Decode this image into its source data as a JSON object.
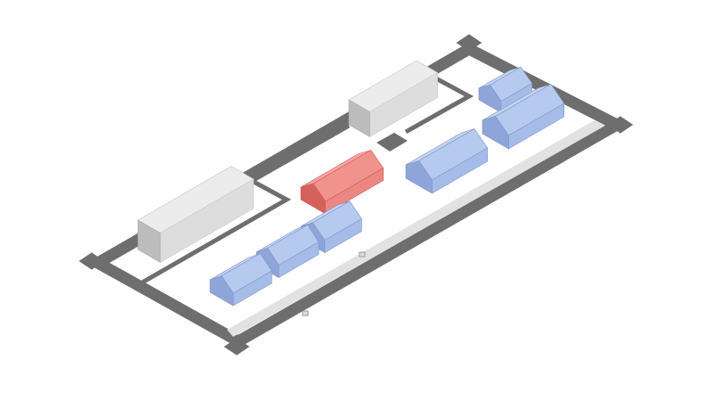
{
  "diagram": {
    "colors": {
      "wall": "#6e6e6e",
      "strip": "#e2e2e2",
      "gray_top": "#ececec",
      "gray_front": "#dddddd",
      "gray_end": "#bcbcbc",
      "blue_roof": "#b6c9ee",
      "blue_roof_back": "#c3d3f2",
      "blue_front": "#a6bce8",
      "blue_end": "#8ea5d9",
      "red_roof": "#f2928c",
      "red_roof_back": "#f5a5a0",
      "red_front": "#ec8680",
      "red_end": "#d5615b",
      "edge": "#7f95c8"
    },
    "buildings": [
      {
        "id": "gray-warehouse-left",
        "kind": "box",
        "color": "gray"
      },
      {
        "id": "gray-warehouse-top",
        "kind": "box",
        "color": "gray"
      },
      {
        "id": "blue-house-1",
        "kind": "gable",
        "color": "blue"
      },
      {
        "id": "blue-house-2",
        "kind": "gable",
        "color": "blue"
      },
      {
        "id": "blue-house-3",
        "kind": "gable",
        "color": "blue"
      },
      {
        "id": "blue-house-4",
        "kind": "gable",
        "color": "blue"
      },
      {
        "id": "blue-house-5",
        "kind": "gable",
        "color": "blue"
      },
      {
        "id": "blue-house-6",
        "kind": "gable",
        "color": "blue"
      },
      {
        "id": "red-house-highlighted",
        "kind": "gable",
        "color": "red"
      }
    ]
  }
}
